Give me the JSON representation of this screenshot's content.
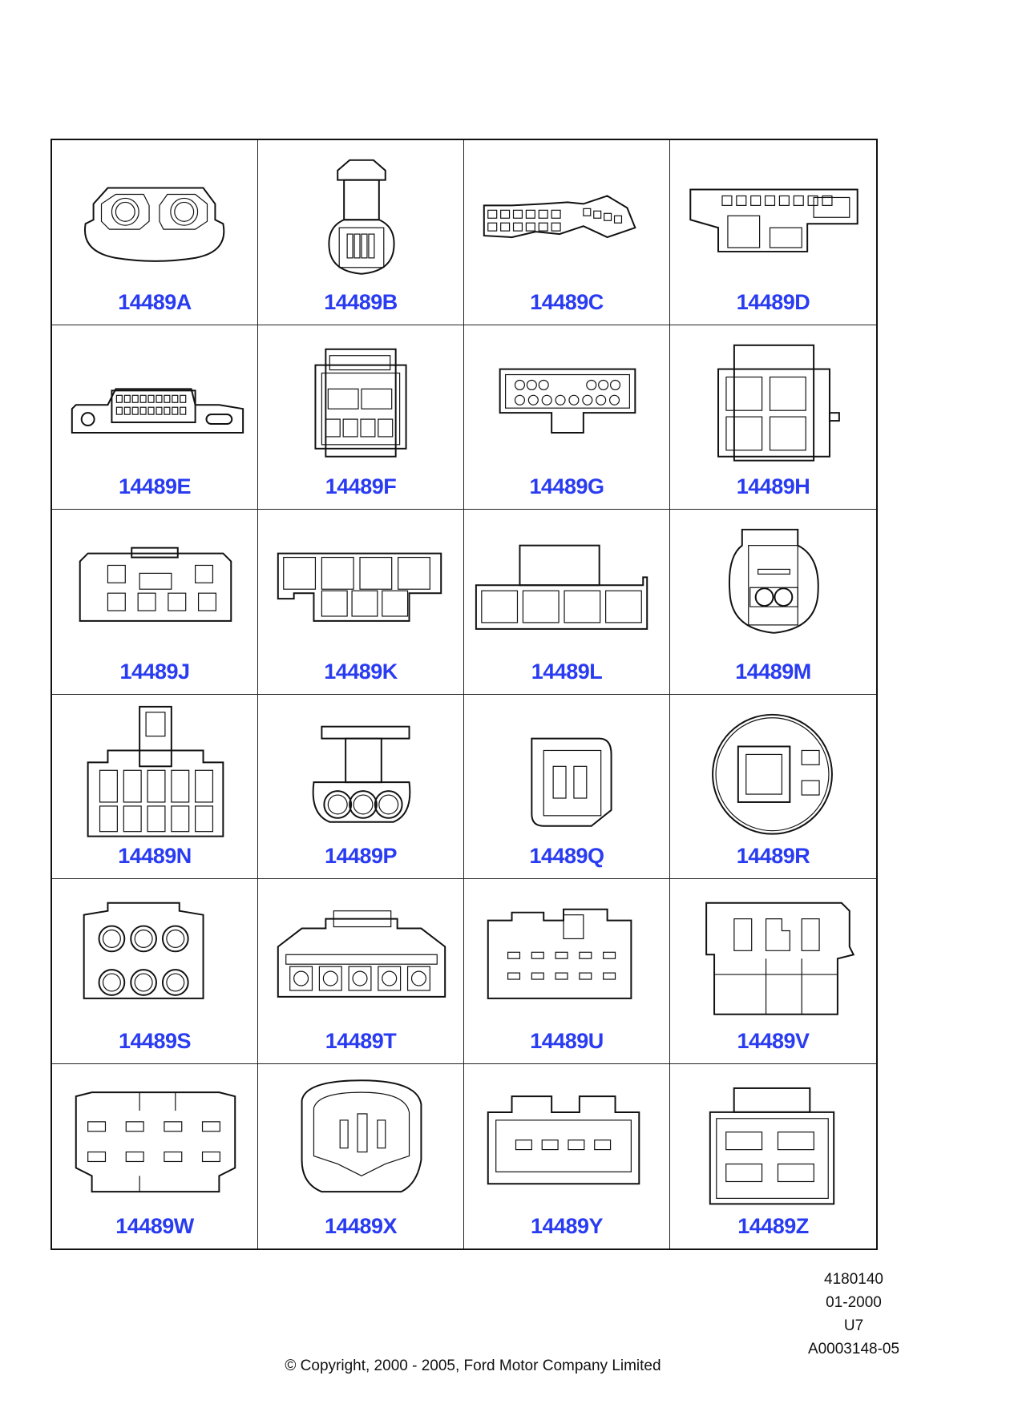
{
  "connectors": [
    {
      "label": "14489A"
    },
    {
      "label": "14489B"
    },
    {
      "label": "14489C"
    },
    {
      "label": "14489D"
    },
    {
      "label": "14489E"
    },
    {
      "label": "14489F"
    },
    {
      "label": "14489G"
    },
    {
      "label": "14489H"
    },
    {
      "label": "14489J"
    },
    {
      "label": "14489K"
    },
    {
      "label": "14489L"
    },
    {
      "label": "14489M"
    },
    {
      "label": "14489N"
    },
    {
      "label": "14489P"
    },
    {
      "label": "14489Q"
    },
    {
      "label": "14489R"
    },
    {
      "label": "14489S"
    },
    {
      "label": "14489T"
    },
    {
      "label": "14489U"
    },
    {
      "label": "14489V"
    },
    {
      "label": "14489W"
    },
    {
      "label": "14489X"
    },
    {
      "label": "14489Y"
    },
    {
      "label": "14489Z"
    }
  ],
  "label_color": "#2a3cf2",
  "reference": {
    "part_number": "4180140",
    "date": "01-2000",
    "code": "U7",
    "illustration_id": "A0003148-05"
  },
  "copyright": "© Copyright, 2000 - 2005, Ford Motor Company Limited"
}
